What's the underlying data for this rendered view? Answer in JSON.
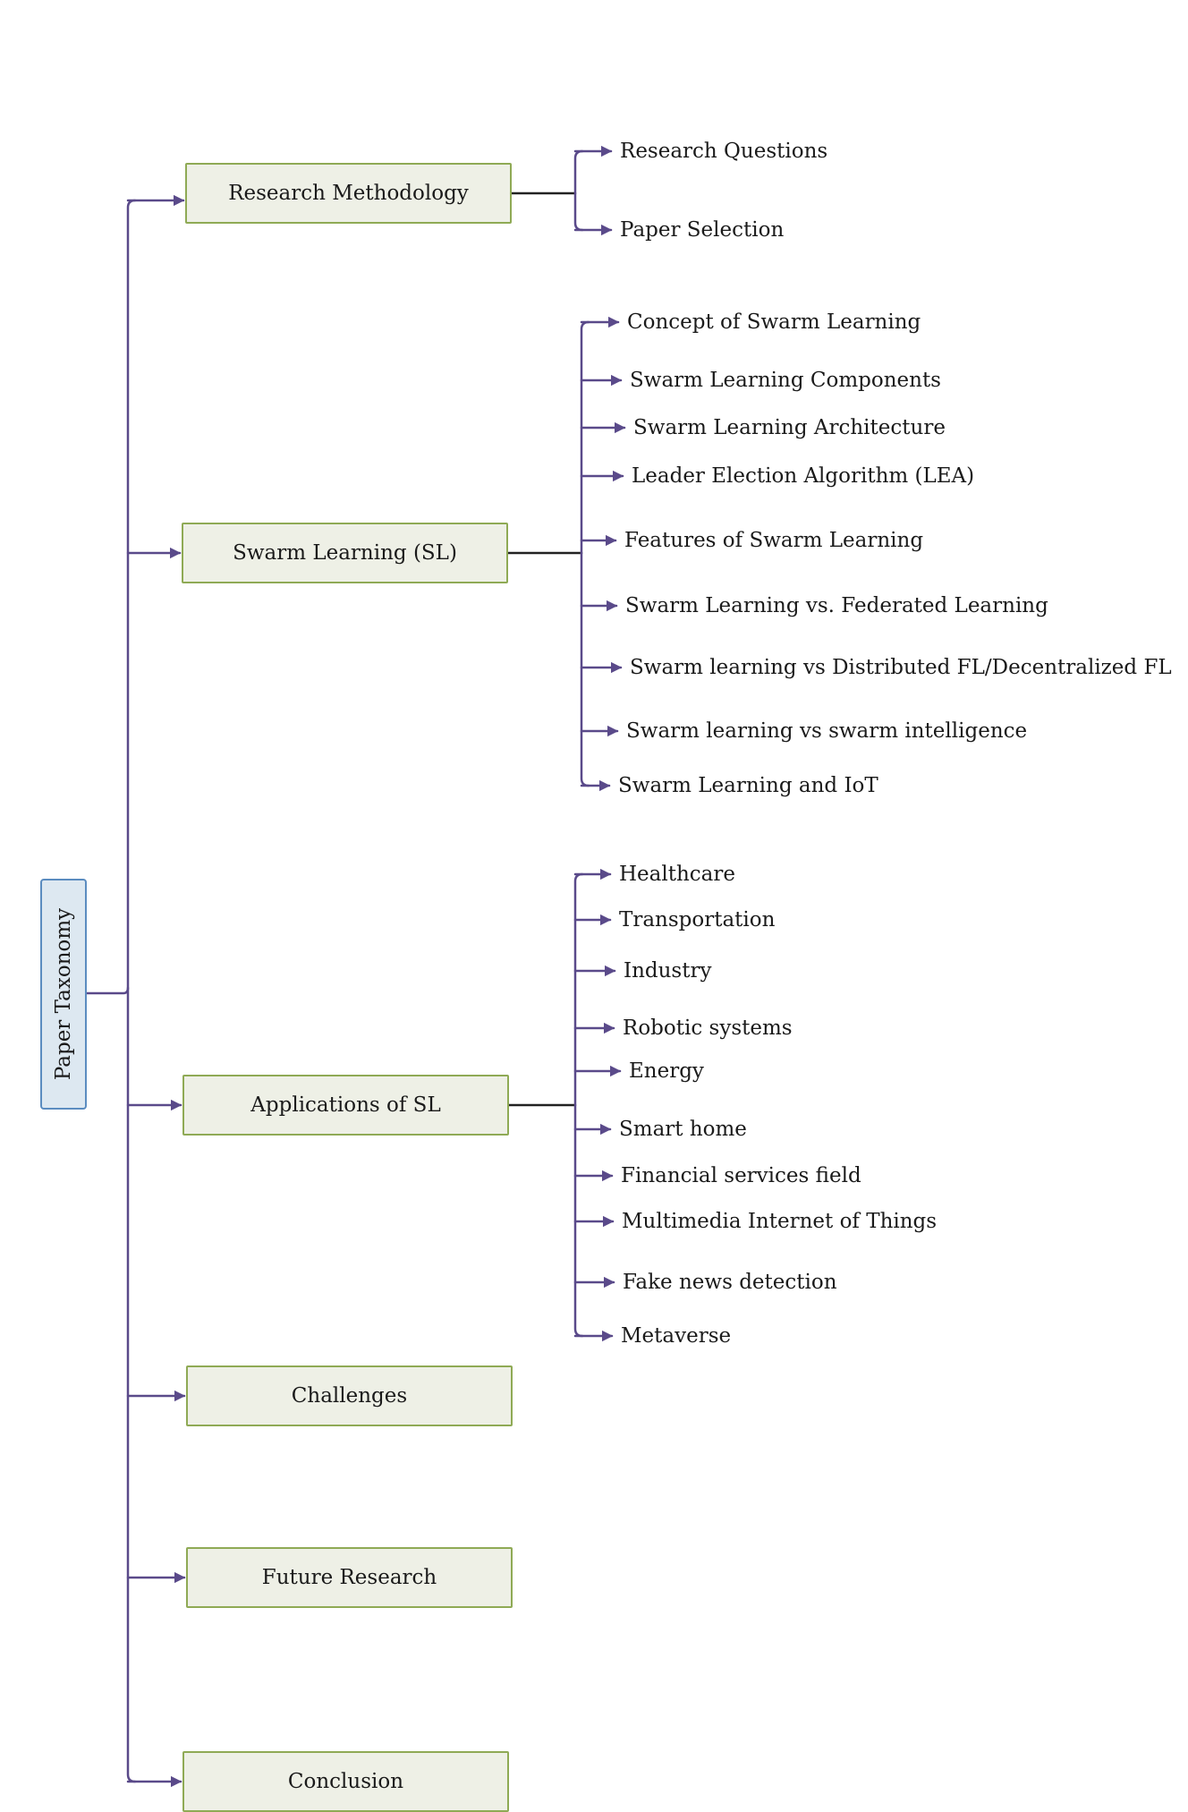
{
  "root": {
    "label": "Paper Taxonomy"
  },
  "colors": {
    "connector": "#5a4a8a",
    "bracket_black": "#222222",
    "box_fill": "#eef0e6",
    "box_border": "#8faa55",
    "root_fill": "#dde8f1",
    "root_border": "#5b8cc0"
  },
  "sections": [
    {
      "label": "Research Methodology",
      "children": [
        "Research Questions",
        "Paper Selection"
      ]
    },
    {
      "label": "Swarm Learning (SL)",
      "children": [
        "Concept of Swarm Learning",
        "Swarm Learning Components",
        "Swarm Learning Architecture",
        "Leader Election Algorithm (LEA)",
        "Features of Swarm Learning",
        "Swarm Learning vs. Federated Learning",
        "Swarm learning vs Distributed FL/Decentralized FL",
        "Swarm learning vs swarm intelligence",
        "Swarm Learning and IoT"
      ]
    },
    {
      "label": "Applications of SL",
      "children": [
        "Healthcare",
        "Transportation",
        "Industry",
        "Robotic systems",
        "Energy",
        "Smart home",
        "Financial services field",
        "Multimedia Internet of Things",
        "Fake news detection",
        "Metaverse"
      ]
    },
    {
      "label": "Challenges",
      "children": []
    },
    {
      "label": "Future Research",
      "children": []
    },
    {
      "label": "Conclusion",
      "children": []
    }
  ]
}
